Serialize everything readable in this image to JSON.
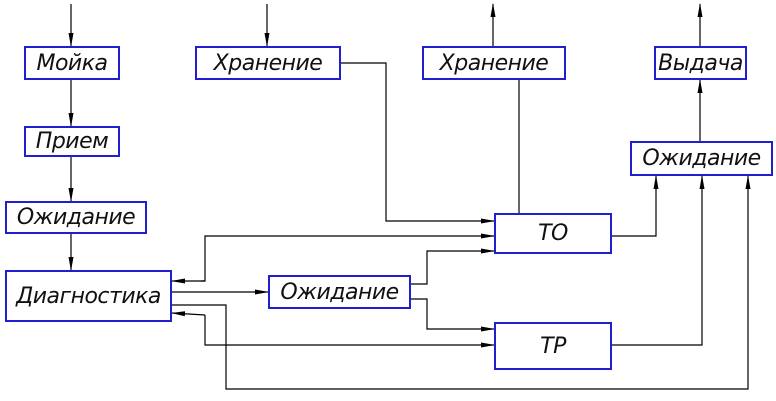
{
  "nodes": {
    "moika": "Мойка",
    "priem": "Прием",
    "ozhidanie_1": "Ожидание",
    "diagnostika": "Диагностика",
    "hranenie_in": "Хранение",
    "ozhidanie_2": "Ожидание",
    "hranenie_out": "Хранение",
    "to": "ТО",
    "tr": "ТР",
    "ozhidanie_3": "Ожидание",
    "vydacha": "Выдача"
  },
  "colors": {
    "box_border": "#1f1fd0",
    "line": "#000000",
    "text": "#111111"
  }
}
